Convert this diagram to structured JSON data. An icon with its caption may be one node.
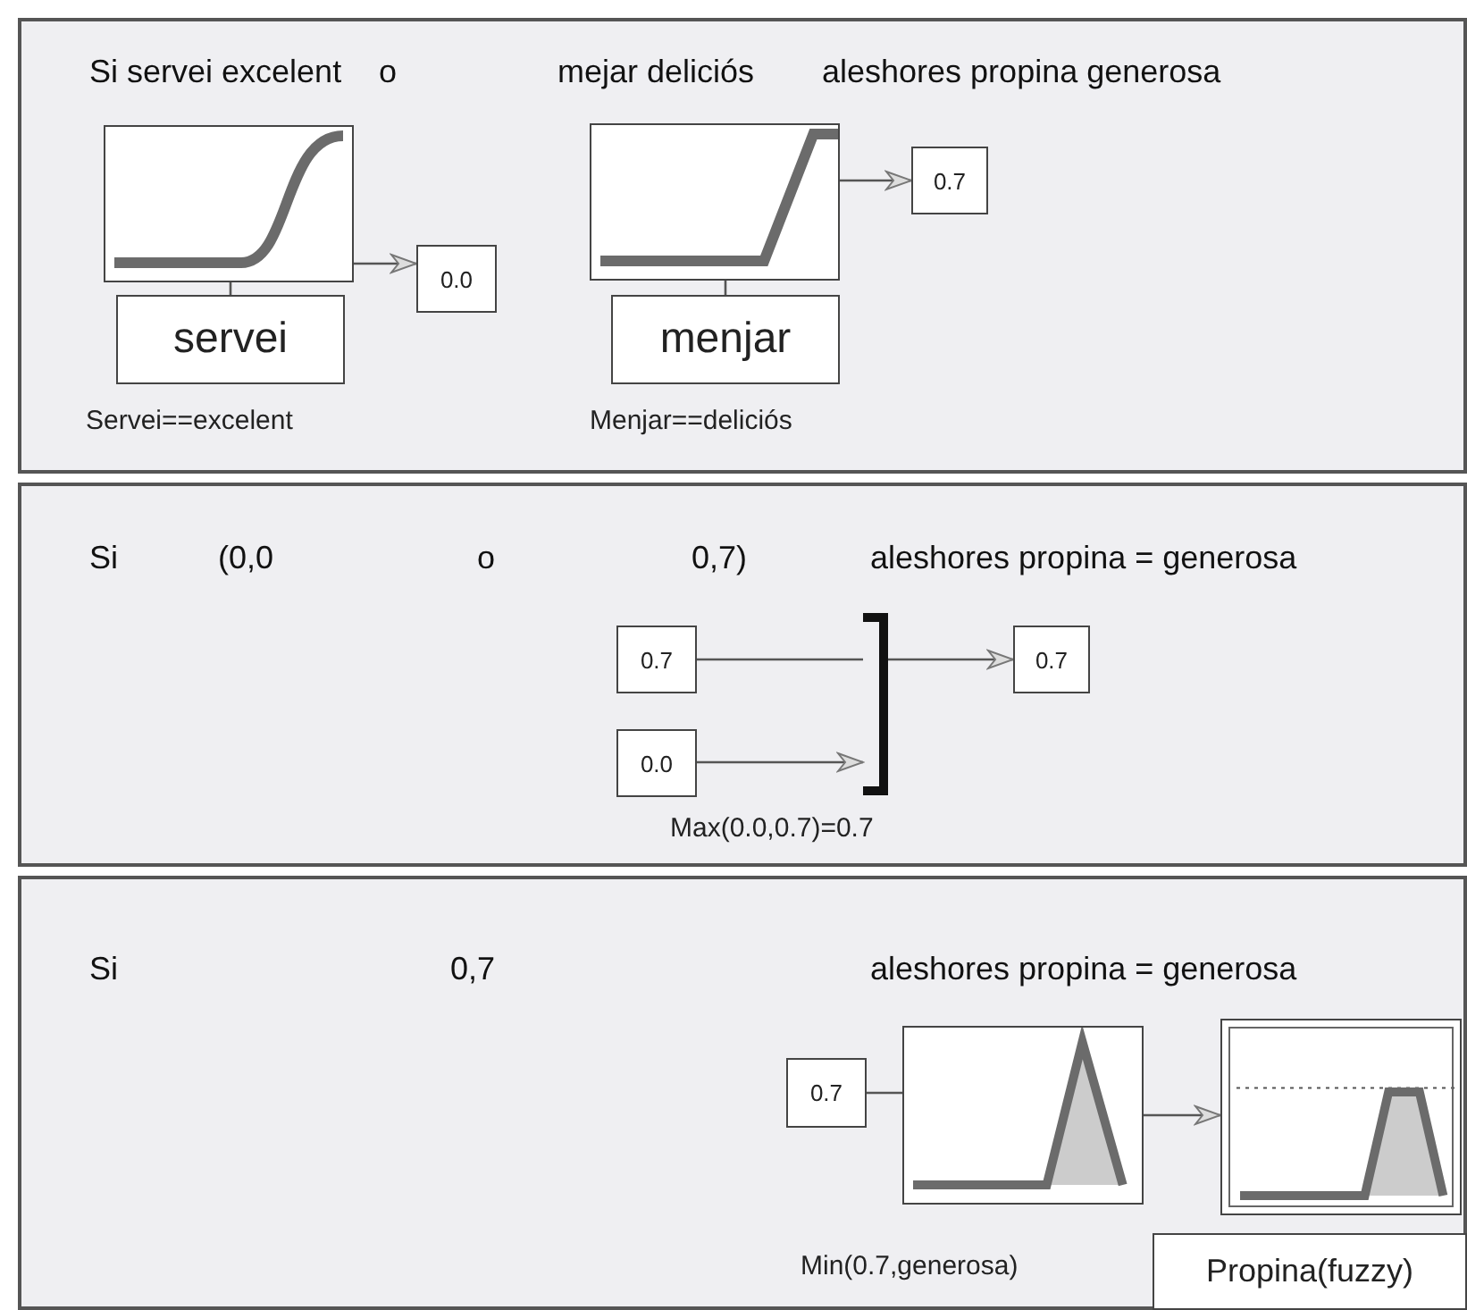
{
  "diagram": {
    "nodes": [
      {
        "text": [
          "Si servei excelent",
          "o",
          "mejar deliciós",
          "aleshores propina generosa"
        ]
      },
      {
        "text": [],
        "shape": "picture",
        "in": 0
      },
      {
        "text": [
          "servei"
        ],
        "in": 0,
        "beside": [
          "Servei==excelent"
        ]
      },
      {
        "text": [
          "0.0"
        ],
        "in": 0
      },
      {
        "text": [],
        "shape": "picture",
        "in": 0
      },
      {
        "text": [
          "menjar"
        ],
        "in": 0,
        "beside": [
          "Menjar==deliciós"
        ]
      },
      {
        "text": [
          "0.7"
        ],
        "in": 0
      },
      {
        "text": [
          "Si",
          "(0,0",
          "o",
          "0,7)",
          "aleshores propina = generosa"
        ]
      },
      {
        "text": [
          "0.7"
        ],
        "in": 7
      },
      {
        "text": [
          "0.0"
        ],
        "in": 7
      },
      {
        "text": [],
        "shape": "bar",
        "in": 7,
        "beside": [
          "Max(0.0,0.7)=0.7"
        ]
      },
      {
        "text": [
          "0.7"
        ],
        "in": 7
      },
      {
        "text": [
          "Si",
          "0,7",
          "aleshores propina = generosa"
        ]
      },
      {
        "text": [
          "0.7"
        ],
        "in": 12
      },
      {
        "text": [],
        "shape": "picture",
        "in": 12,
        "beside": [
          "Min(0.7,generosa)"
        ]
      },
      {
        "text": [],
        "shape": "picture",
        "in": 12
      },
      {
        "text": [
          "Propina(fuzzy)"
        ],
        "in": 12
      }
    ],
    "edges": [
      {
        "from": 2,
        "to": 1,
        "arrow": "none"
      },
      {
        "from": 1,
        "to": 3,
        "arrow": "to"
      },
      {
        "from": 5,
        "to": 4,
        "arrow": "none"
      },
      {
        "from": 4,
        "to": 6,
        "arrow": "to"
      },
      {
        "from": 8,
        "to": 10,
        "arrow": "none"
      },
      {
        "from": 10,
        "to": 11,
        "arrow": "to"
      },
      {
        "from": 9,
        "to": 10,
        "arrow": "to"
      },
      {
        "from": 13,
        "to": 14,
        "arrow": "none"
      },
      {
        "from": 14,
        "to": 15,
        "arrow": "to"
      }
    ]
  }
}
